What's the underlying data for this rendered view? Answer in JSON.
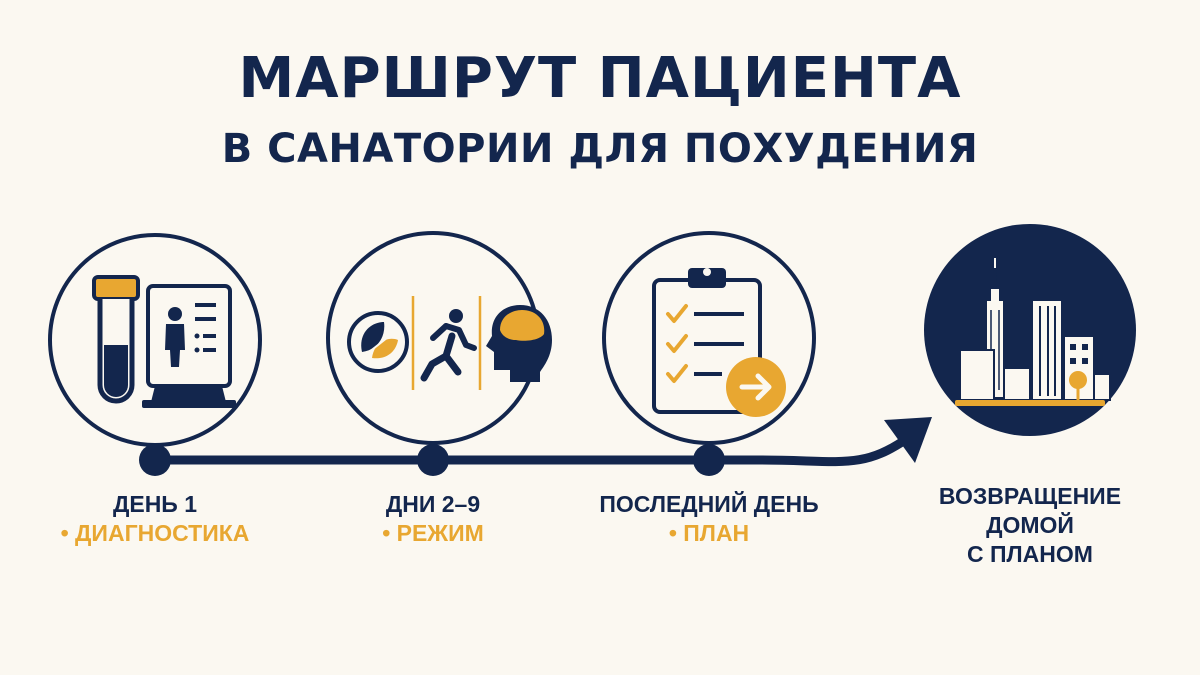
{
  "title": {
    "line1": "МАРШРУТ ПАЦИЕНТА",
    "line2": "В САНАТОРИИ ДЛЯ ПОХУДЕНИЯ"
  },
  "colors": {
    "navy": "#13264d",
    "gold": "#e8a731",
    "background": "#fbf8f1"
  },
  "steps": [
    {
      "label": "ДЕНЬ 1",
      "sublabel": "• ДИАГНОСТИКА",
      "icon": "test-tube-and-body-scan-monitor-icon"
    },
    {
      "label": "ДНИ 2–9",
      "sublabel": "• РЕЖИМ",
      "icon": "leaf-runner-brain-icon"
    },
    {
      "label": "ПОСЛЕДНИЙ ДЕНЬ",
      "sublabel": "• ПЛАН",
      "icon": "clipboard-checklist-arrow-icon"
    },
    {
      "label_lines": [
        "ВОЗВРАЩЕНИЕ",
        "ДОМОЙ",
        "С ПЛАНОМ"
      ],
      "icon": "city-skyline-icon"
    }
  ]
}
